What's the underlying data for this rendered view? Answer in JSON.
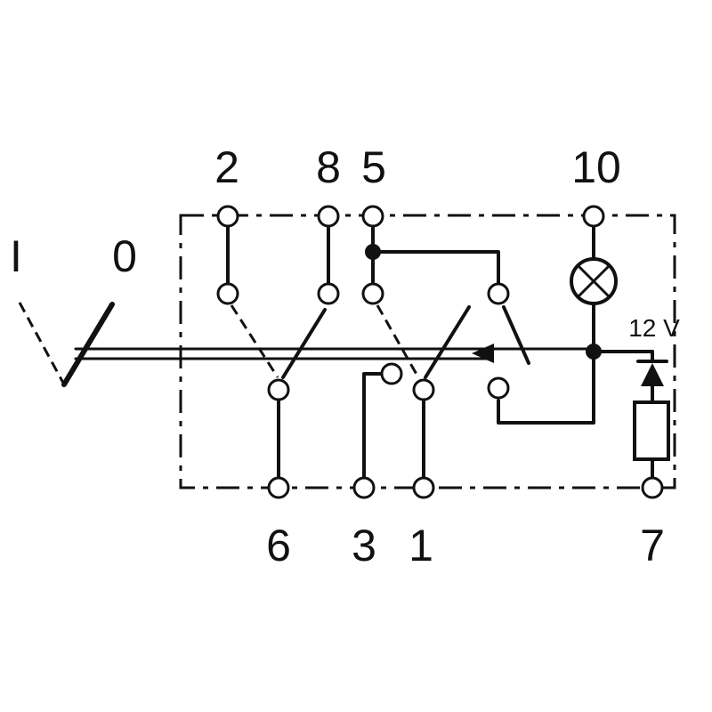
{
  "switch_positions": {
    "on": "I",
    "off": "0"
  },
  "pins_top": [
    "2",
    "8",
    "5",
    "10"
  ],
  "pins_bottom": [
    "6",
    "3",
    "1",
    "7"
  ],
  "voltage": "12 V",
  "colors": {
    "ink": "#111111",
    "background": "#ffffff"
  }
}
